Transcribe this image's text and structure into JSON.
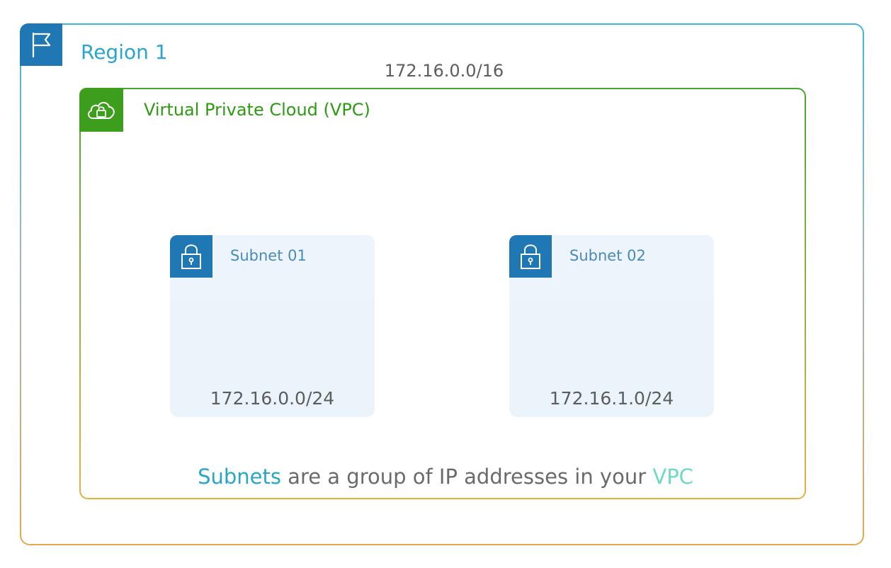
{
  "region": {
    "title": "Region 1",
    "icon": "flag-icon",
    "cidr": "172.16.0.0/16"
  },
  "vpc": {
    "title": "Virtual Private Cloud (VPC)",
    "icon": "cloud-lock-icon"
  },
  "subnets": [
    {
      "title": "Subnet 01",
      "cidr": "172.16.0.0/24",
      "icon": "padlock-icon"
    },
    {
      "title": "Subnet 02",
      "cidr": "172.16.1.0/24",
      "icon": "padlock-icon"
    }
  ],
  "caption": {
    "keyword1": "Subnets",
    "middle": " are a group of IP addresses in your ",
    "keyword2": "VPC"
  },
  "colors": {
    "region_accent": "#1f78b4",
    "region_title": "#2aa5cf",
    "vpc_accent": "#3d9e1d",
    "vpc_title": "#2e9a13",
    "subnet_title": "#4a8bb8",
    "subnet_fill": "#eef4fb",
    "caption_keyword1": "#28a6c8",
    "caption_keyword2": "#6fd9c1",
    "border_bottom": "#e5a851"
  }
}
